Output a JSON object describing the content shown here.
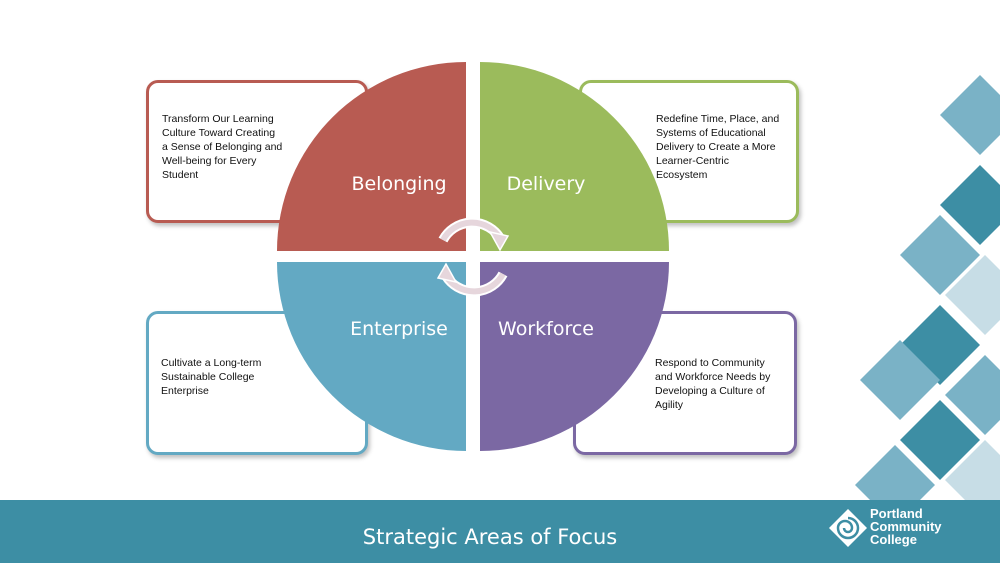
{
  "diagram": {
    "quadrants": [
      {
        "label": "Belonging",
        "color": "#b85b52"
      },
      {
        "label": "Delivery",
        "color": "#9bbb5c"
      },
      {
        "label": "Enterprise",
        "color": "#63a9c3"
      },
      {
        "label": "Workforce",
        "color": "#7b68a3"
      }
    ],
    "descriptions": {
      "belonging": [
        "Transform Our Learning",
        "Culture Toward Creating",
        "a Sense of Belonging and",
        "Well-being for Every",
        "Student"
      ],
      "delivery": [
        "Redefine Time, Place, and",
        "Systems of Educational",
        "Delivery to Create a More",
        "Learner-Centric",
        "Ecosystem"
      ],
      "enterprise": [
        "Cultivate a Long-term",
        "Sustainable College",
        "Enterprise"
      ],
      "workforce": [
        "Respond to Community",
        "and Workforce Needs  by",
        "Developing a Culture of",
        "Agility"
      ]
    }
  },
  "footer": {
    "title": "Strategic Areas of Focus",
    "logo": [
      "Portland",
      "Community",
      "College"
    ]
  },
  "colors": {
    "footer_bg": "#3d8ea4",
    "diamond_dark": "#3d8ea4",
    "diamond_mid": "#7ab2c6",
    "diamond_light": "#c7dde6"
  }
}
